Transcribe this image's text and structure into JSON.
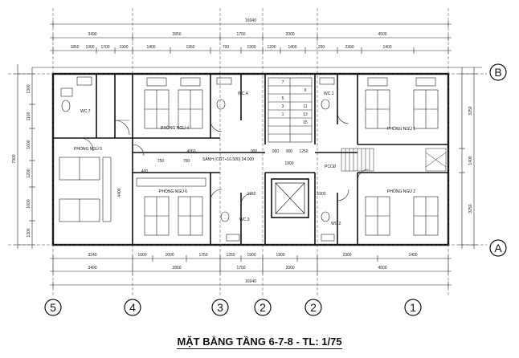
{
  "title": "MẶT BẰNG TẦNG 6-7-8 - TL: 1/75",
  "dimensions": {
    "overall": "16040",
    "top_row2": [
      "3490",
      "3950",
      "1750",
      "2000",
      "4500"
    ],
    "top_row3": [
      "1850",
      "1000",
      "1700",
      "1900",
      "1400",
      "1950",
      "700",
      "1900",
      "1200",
      "1400",
      "200",
      "2300",
      "1400"
    ],
    "bottom_row1": [
      "3240",
      "1600",
      "1600",
      "1750",
      "1250",
      "1900",
      "1900",
      "2300",
      "1400"
    ],
    "bottom_row2": [
      "3490",
      "3950",
      "1750",
      "2000",
      "4500"
    ],
    "left_total": "7900",
    "left_parts": [
      "1300",
      "1100",
      "1600",
      "1200",
      "1600",
      "1300"
    ],
    "left_inner": "4400",
    "right_parts": [
      "3250",
      "1400",
      "3250"
    ],
    "inner": [
      "750",
      "900",
      "900",
      "900",
      "1250",
      "1150",
      "1900",
      "4060",
      "700",
      "1900",
      "400"
    ]
  },
  "rooms": {
    "wc7": "WC.7",
    "bed4": "PHÒNG NGỦ 4",
    "bed5": "PHÒNG NGỦ 5",
    "bed6": "PHÒNG NGỦ 6",
    "bed1": "PHÒNG NGỦ 1",
    "bed2": "PHÒNG NGỦ 2",
    "wc4": "WC.4",
    "wc1": "WC.1",
    "wc2": "WC.2",
    "wc3": "WC.3",
    "pcd": "PCCĐ",
    "hall_level": "SẢNH (CỐT+16.500) 24.000"
  },
  "stair_numbers": [
    "7",
    "5",
    "9",
    "3",
    "11",
    "1",
    "13",
    "15"
  ],
  "axes": {
    "bottom": [
      "5",
      "4",
      "3",
      "2",
      "2",
      "1"
    ],
    "right": [
      "B",
      "A"
    ]
  }
}
